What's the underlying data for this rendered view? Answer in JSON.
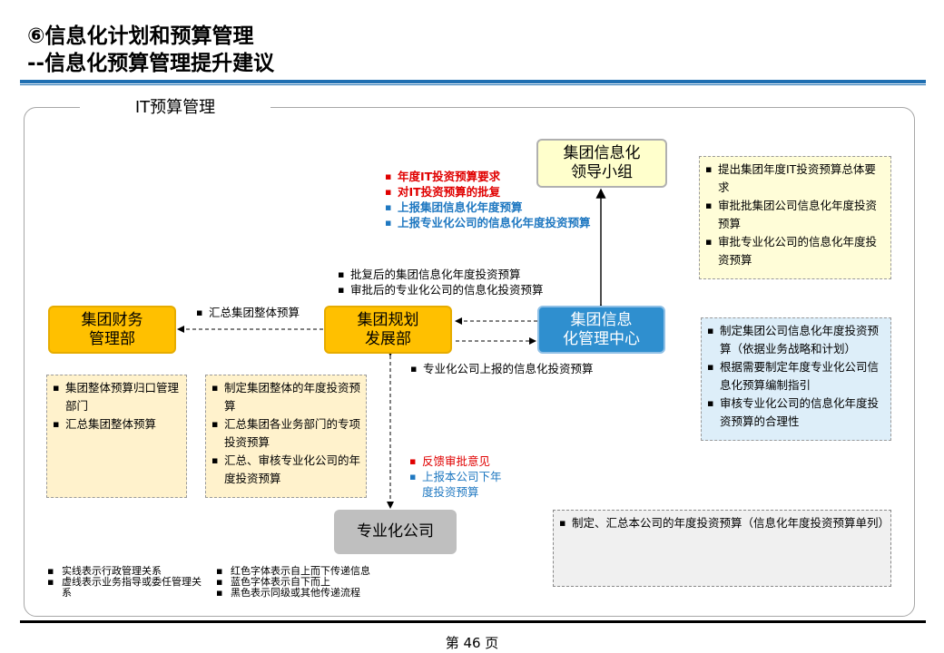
{
  "header": {
    "title_line1": "⑥信息化计划和预算管理",
    "title_line2": "--信息化预算管理提升建议"
  },
  "frame": {
    "label": "IT预算管理"
  },
  "nodes": {
    "leading_group": "集团信息化\n领导小组",
    "finance_dept": "集团财务\n管理部",
    "planning_dept": "集团规划\n发展部",
    "it_center": "集团信息\n化管理中心",
    "subsidiary": "专业化公司"
  },
  "flow_labels": {
    "to_leading_group": [
      {
        "text": "年度IT投资预算要求",
        "color": "red"
      },
      {
        "text": "对IT投资预算的批复",
        "color": "red"
      },
      {
        "text": "上报集团信息化年度预算",
        "color": "blue"
      },
      {
        "text": "上报专业化公司的信息化年度投资预算",
        "color": "blue"
      }
    ],
    "approved": [
      "批复后的集团信息化年度投资预算",
      "审批后的专业化公司的信息化投资预算"
    ],
    "to_finance": "汇总集团整体预算",
    "sub_report": "专业化公司上报的信息化投资预算",
    "vertical": [
      {
        "text": "反馈审批意见",
        "color": "red"
      },
      {
        "text": "上报本公司下年度投资预算",
        "color": "blue"
      }
    ]
  },
  "notes": {
    "leading_group": [
      "提出集团年度IT投资预算总体要求",
      "审批批集团公司信息化年度投资预算",
      "审批专业化公司的信息化年度投资预算"
    ],
    "it_center": [
      "制定集团公司信息化年度投资预算（依据业务战略和计划）",
      "根据需要制定年度专业化公司信息化预算编制指引",
      "审核专业化公司的信息化年度投资预算的合理性"
    ],
    "finance": [
      "集团整体预算归口管理部门",
      "汇总集团整体预算"
    ],
    "planning": [
      "制定集团整体的年度投资预算",
      "汇总集团各业务部门的专项投资预算",
      "汇总、审核专业化公司的年度投资预算"
    ],
    "subsidiary": [
      "制定、汇总本公司的年度投资预算（信息化年度投资预算单列）"
    ]
  },
  "legend": {
    "left": [
      "实线表示行政管理关系",
      "虚线表示业务指导或委任管理关系"
    ],
    "right": [
      "红色字体表示自上而下传递信息",
      "蓝色字体表示自下而上",
      "黑色表示同级或其他传递流程"
    ]
  },
  "footer": {
    "page": "第 46 页"
  },
  "colors": {
    "accent": "#1f6fb2",
    "gold": "#ffc000",
    "center_blue": "#2f8fcf",
    "red_text": "#e00000",
    "blue_text": "#1f78c1"
  }
}
